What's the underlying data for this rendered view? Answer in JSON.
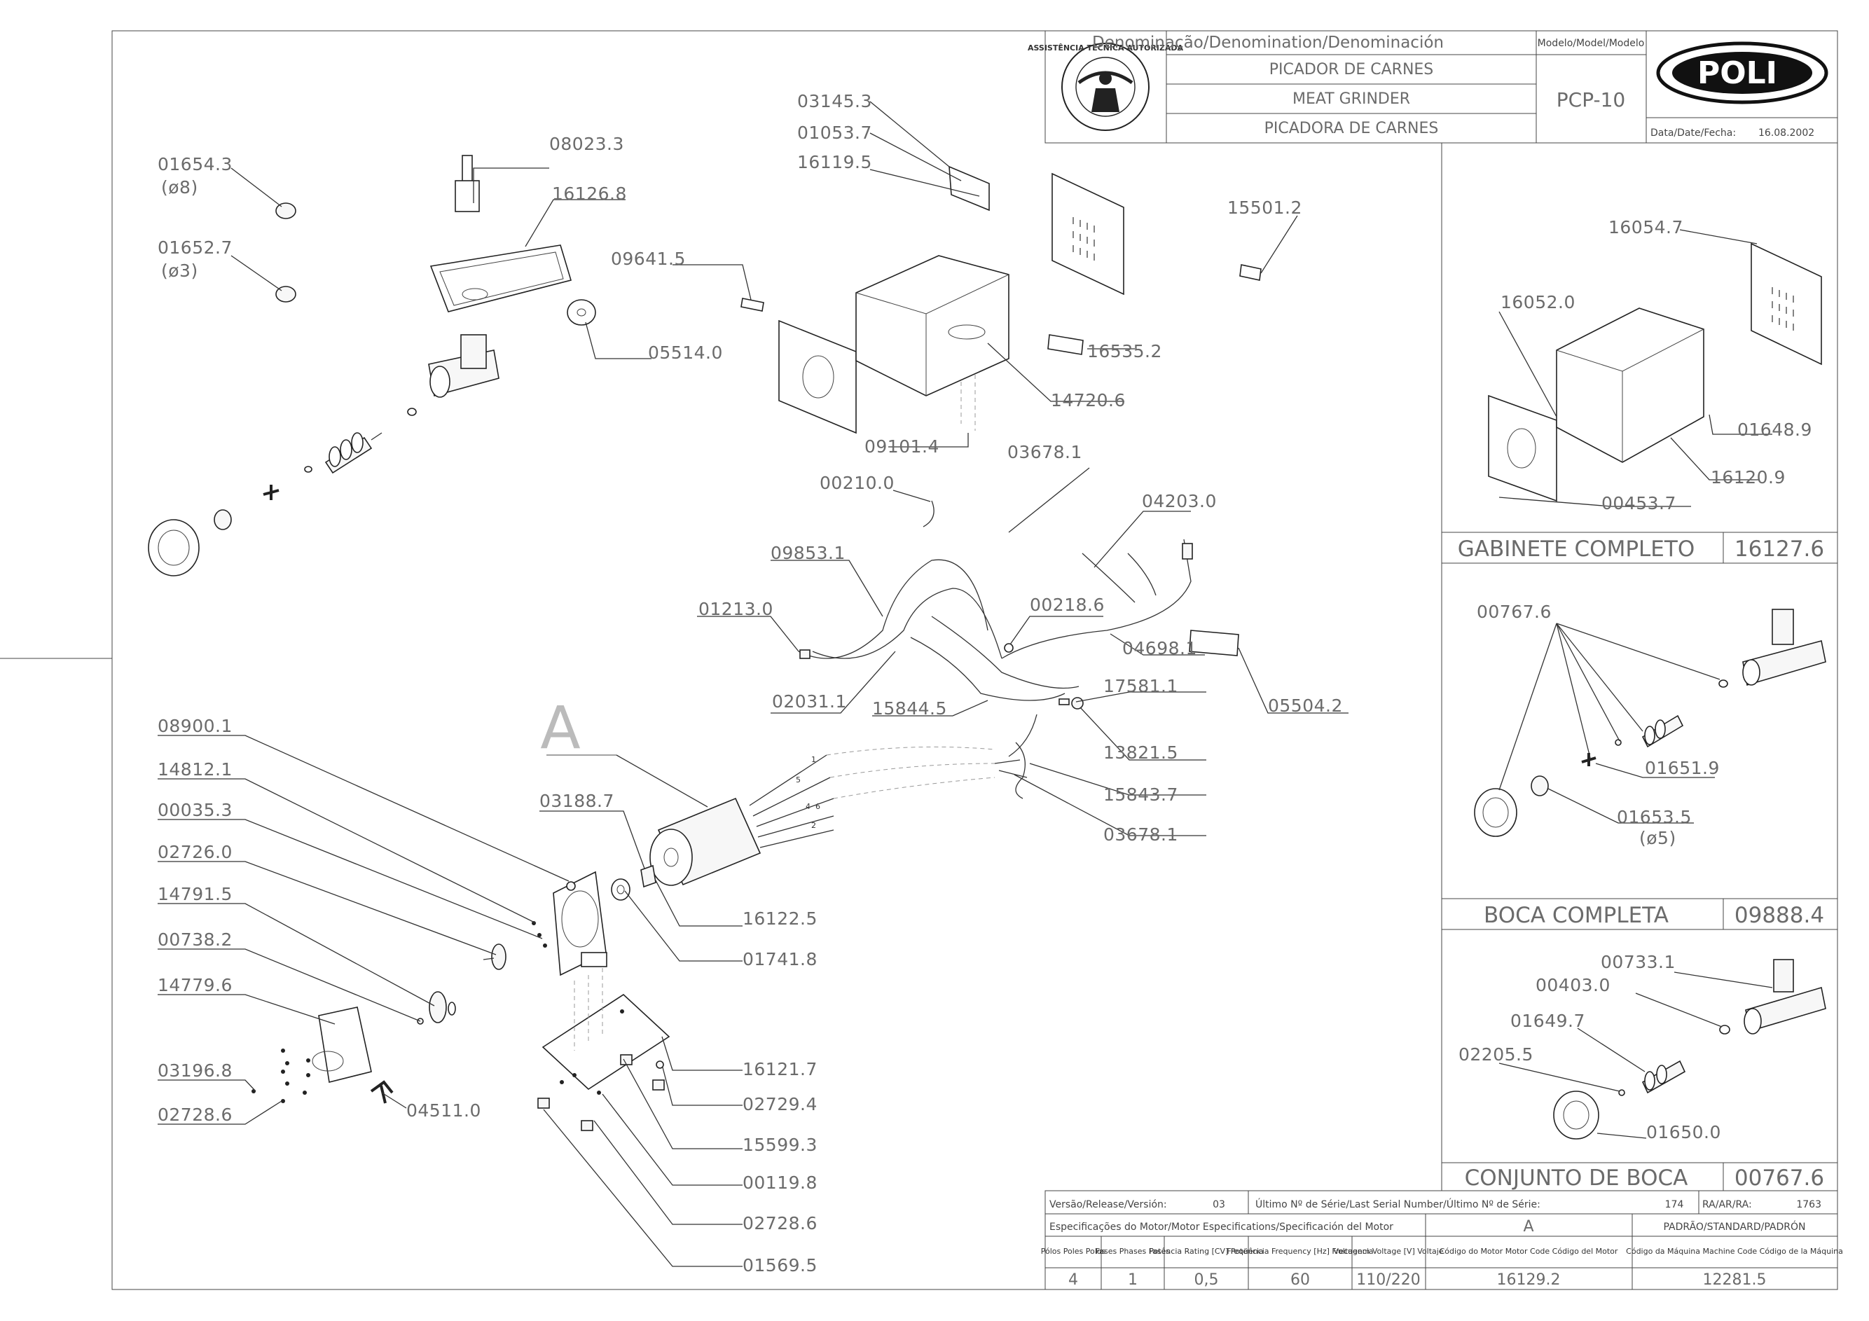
{
  "title_block": {
    "denomination_header": "Denominação/Denomination/Denominación",
    "name_pt": "PICADOR DE CARNES",
    "name_en": "MEAT GRINDER",
    "name_es": "PICADORA DE CARNES",
    "model_header": "Modelo/Model/Modelo",
    "model": "PCP-10",
    "brand": "POLI",
    "stamp_text": "ASSISTÊNCIA TÉCNICA AUTORIZADA",
    "date_label": "Data/Date/Fecha:",
    "date": "16.08.2002"
  },
  "parts": {
    "p01654_3": "01654.3",
    "p01654_3_sub": "(ø8)",
    "p01652_7": "01652.7",
    "p01652_7_sub": "(ø3)",
    "p08023_3": "08023.3",
    "p16126_8": "16126.8",
    "p05514_0": "05514.0",
    "p03145_3": "03145.3",
    "p01053_7": "01053.7",
    "p16119_5": "16119.5",
    "p09641_5": "09641.5",
    "p14720_6": "14720.6",
    "p09101_4": "09101.4",
    "p16535_2": "16535.2",
    "p15501_2": "15501.2",
    "p03678_1a": "03678.1",
    "p00210_0": "00210.0",
    "p04203_0": "04203.0",
    "p09853_1": "09853.1",
    "p01213_0": "01213.0",
    "p00218_6": "00218.6",
    "p04698_1": "04698.1",
    "p05504_2": "05504.2",
    "p02031_1": "02031.1",
    "p15844_5": "15844.5",
    "p17581_1": "17581.1",
    "p13821_5": "13821.5",
    "p15843_7": "15843.7",
    "p03678_1b": "03678.1",
    "letterA": "A",
    "p08900_1": "08900.1",
    "p14812_1": "14812.1",
    "p00035_3": "00035.3",
    "p02726_0": "02726.0",
    "p14791_5": "14791.5",
    "p00738_2": "00738.2",
    "p14779_6": "14779.6",
    "p03196_8": "03196.8",
    "p02728_6a": "02728.6",
    "p04511_0": "04511.0",
    "p03188_7": "03188.7",
    "p16122_5": "16122.5",
    "p01741_8": "01741.8",
    "p16121_7": "16121.7",
    "p02729_4": "02729.4",
    "p15599_3": "15599.3",
    "p00119_8": "00119.8",
    "p02728_6b": "02728.6",
    "p01569_5": "01569.5",
    "wire_labels": [
      "1",
      "5",
      "4",
      "6",
      "2"
    ]
  },
  "cabinet_panel": {
    "p16054_7": "16054.7",
    "p16052_0": "16052.0",
    "p01648_9": "01648.9",
    "p16120_9": "16120.9",
    "p00453_7": "00453.7",
    "title": "GABINETE COMPLETO",
    "code": "16127.6"
  },
  "mouth_panel": {
    "p00767_6": "00767.6",
    "p01651_9": "01651.9",
    "p01653_5": "01653.5",
    "p01653_5_sub": "(ø5)",
    "title": "BOCA COMPLETA",
    "code": "09888.4"
  },
  "mouth_set_panel": {
    "p00733_1": "00733.1",
    "p00403_0": "00403.0",
    "p01649_7": "01649.7",
    "p02205_5": "02205.5",
    "p01650_0": "01650.0",
    "title": "CONJUNTO DE BOCA",
    "code": "00767.6"
  },
  "bottom_block": {
    "version_label": "Versão/Release/Versión:",
    "version": "03",
    "serial_label": "Último Nº de Série/Last Serial Number/Último Nº de Série:",
    "serial": "174",
    "ra_label": "RA/AR/RA:",
    "ra": "1763",
    "motor_spec_label": "Especificações do Motor/Motor Especifications/Specificación del Motor",
    "motor_letter": "A",
    "standard_label": "PADRÃO/STANDARD/PADRÓN",
    "poles_label": "Pólos Poles Polos",
    "phases_label": "Fases Phases Fases",
    "power_label": "Potência Rating [CV] Potencia",
    "freq_label": "Freqüência Frequency [Hz] Frecuencia",
    "voltage_label": "Voltagem Voltage [V] Voltaje",
    "motor_code_label": "Código do Motor Motor Code Código del Motor",
    "machine_code_label": "Código da Máquina Machine Code Código de la Máquina",
    "poles": "4",
    "phases": "1",
    "power": "0,5",
    "freq": "60",
    "voltage": "110/220",
    "motor_code": "16129.2",
    "machine_code": "12281.5"
  }
}
